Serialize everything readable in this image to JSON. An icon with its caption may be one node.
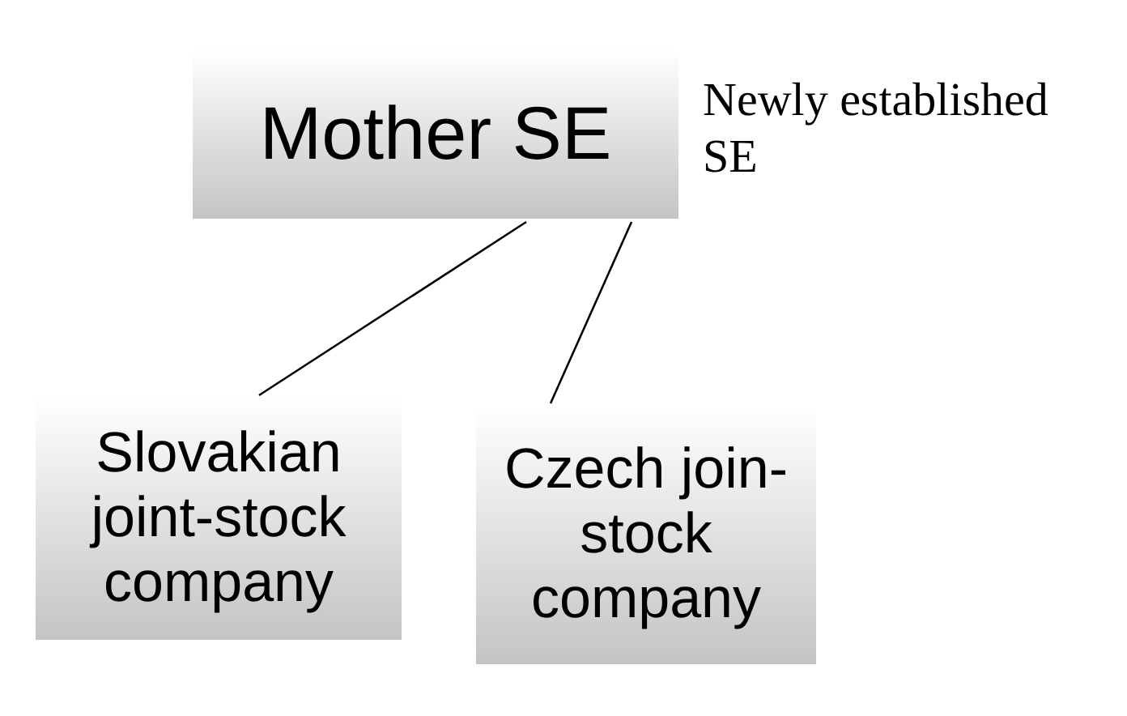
{
  "diagram": {
    "nodes": [
      {
        "text": [
          "Mother SE"
        ],
        "beside": [
          "Newly established SE"
        ]
      },
      {
        "text": [
          "Slovakian joint-stock company"
        ]
      },
      {
        "text": [
          "Czech join-stock company"
        ]
      }
    ],
    "edges": [
      {
        "from": 0,
        "to": 1,
        "arrow": "none"
      },
      {
        "from": 0,
        "to": 2,
        "arrow": "none"
      }
    ]
  }
}
